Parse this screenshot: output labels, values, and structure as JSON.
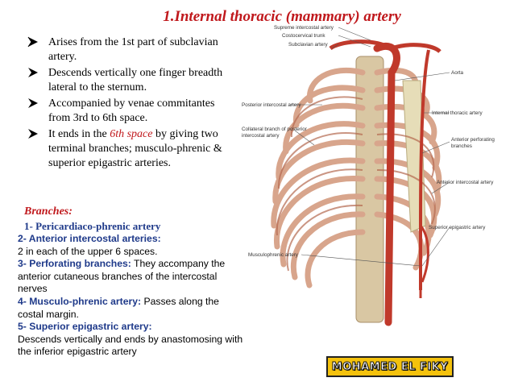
{
  "title": "1.Internal thoracic (mammary) artery",
  "bullets": [
    {
      "text": "Arises from the 1st part of subclavian artery."
    },
    {
      "text": "Descends vertically one finger breadth lateral to the sternum."
    },
    {
      "text": "Accompanied by venae commitantes from 3rd to 6th space."
    },
    {
      "pre": "It ends in the ",
      "em": "6th space",
      "post": " by  giving two terminal branches; musculo-phrenic & superior epigastric arteries."
    }
  ],
  "branches": {
    "heading": "Branches:",
    "item1": "1- Pericardiaco-phrenic artery",
    "items": [
      {
        "head": "2- Anterior intercostal arteries:",
        "body": "2 in each of the upper 6 spaces."
      },
      {
        "head": "3- Perforating branches:",
        "body": " They accompany the anterior cutaneous branches of the intercostal nerves"
      },
      {
        "head": "4- Musculo-phrenic artery:",
        "body": " Passes along the costal margin."
      },
      {
        "head": "5- Superior epigastric artery:",
        "body": "Descends vertically and ends by anastomosing with the inferior epigastric artery"
      }
    ]
  },
  "figure_labels": {
    "supreme": "Supreme intercostal artery",
    "costocervical": "Costocervical trunk",
    "subclavian": "Subclavian artery",
    "aorta": "Aorta",
    "posterior_ic": "Posterior intercostal artery",
    "internal_thoracic": "Internal thoracic artery",
    "collateral_1": "Collateral branch of posterior",
    "collateral_2": "intercostal artery",
    "anterior_perf_1": "Anterior perforating",
    "anterior_perf_2": "branches",
    "anterior_ic": "Anterior intercostal artery",
    "musculophrenic": "Musculophrenic artery",
    "superior_epi": "Superior epigastric artery"
  },
  "signature": "MOHAMED EL FIKY",
  "colors": {
    "title": "#c0181c",
    "heading_blue": "#1f3a8a",
    "badge": "#f4c20d"
  }
}
